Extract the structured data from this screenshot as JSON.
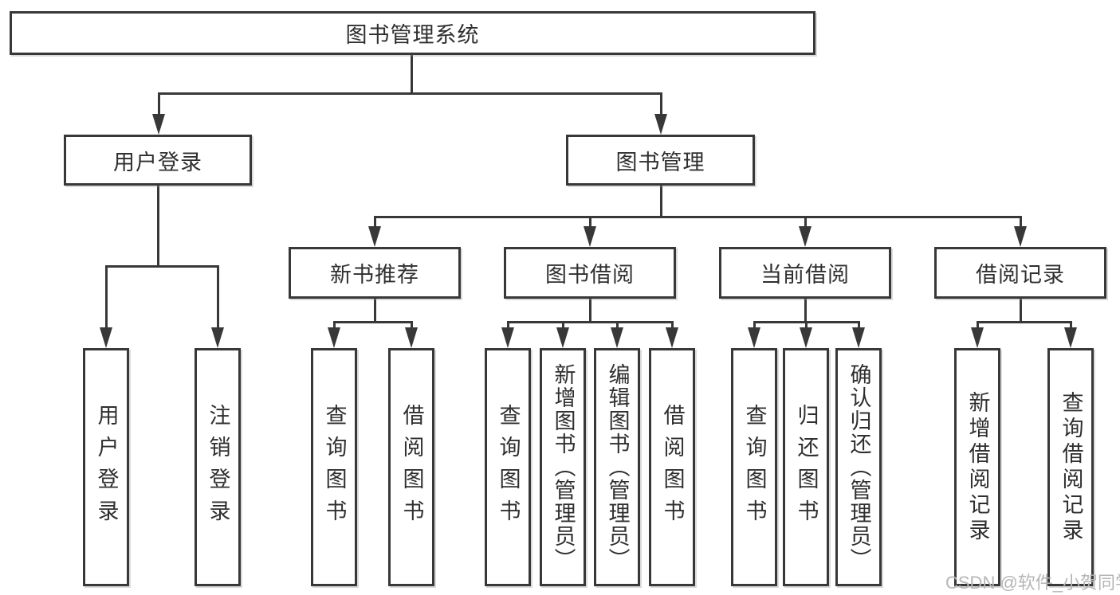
{
  "diagram": {
    "type": "tree",
    "nodes": {
      "root": "图书管理系统",
      "user_login": "用户登录",
      "book_mgmt": "图书管理",
      "new_book_recommend": "新书推荐",
      "book_borrow": "图书借阅",
      "current_borrow": "当前借阅",
      "borrow_record": "借阅记录",
      "leaf_user_login": "用户登录",
      "leaf_logout": "注销登录",
      "leaf_nb_query": "查询图书",
      "leaf_nb_borrow": "借阅图书",
      "leaf_bb_query": "查询图书",
      "leaf_bb_add": "新增图书（管理员）",
      "leaf_bb_edit": "编辑图书（管理员）",
      "leaf_bb_borrow": "借阅图书",
      "leaf_cb_query": "查询图书",
      "leaf_cb_return": "归还图书",
      "leaf_cb_confirm": "确认归还（管理员）",
      "leaf_br_add": "新增借阅记录",
      "leaf_br_query": "查询借阅记录"
    },
    "edges": [
      [
        "root",
        "user_login"
      ],
      [
        "root",
        "book_mgmt"
      ],
      [
        "user_login",
        "leaf_user_login"
      ],
      [
        "user_login",
        "leaf_logout"
      ],
      [
        "book_mgmt",
        "new_book_recommend"
      ],
      [
        "book_mgmt",
        "book_borrow"
      ],
      [
        "book_mgmt",
        "current_borrow"
      ],
      [
        "book_mgmt",
        "borrow_record"
      ],
      [
        "new_book_recommend",
        "leaf_nb_query"
      ],
      [
        "new_book_recommend",
        "leaf_nb_borrow"
      ],
      [
        "book_borrow",
        "leaf_bb_query"
      ],
      [
        "book_borrow",
        "leaf_bb_add"
      ],
      [
        "book_borrow",
        "leaf_bb_edit"
      ],
      [
        "book_borrow",
        "leaf_bb_borrow"
      ],
      [
        "current_borrow",
        "leaf_cb_query"
      ],
      [
        "current_borrow",
        "leaf_cb_return"
      ],
      [
        "current_borrow",
        "leaf_cb_confirm"
      ],
      [
        "borrow_record",
        "leaf_br_add"
      ],
      [
        "borrow_record",
        "leaf_br_query"
      ]
    ],
    "colors": {
      "line": "#383838",
      "text": "#2f2f2f",
      "background": "#ffffff"
    }
  },
  "watermark": {
    "text": "CSDN @软件_小贺同学",
    "color": "#b6b6b6"
  }
}
